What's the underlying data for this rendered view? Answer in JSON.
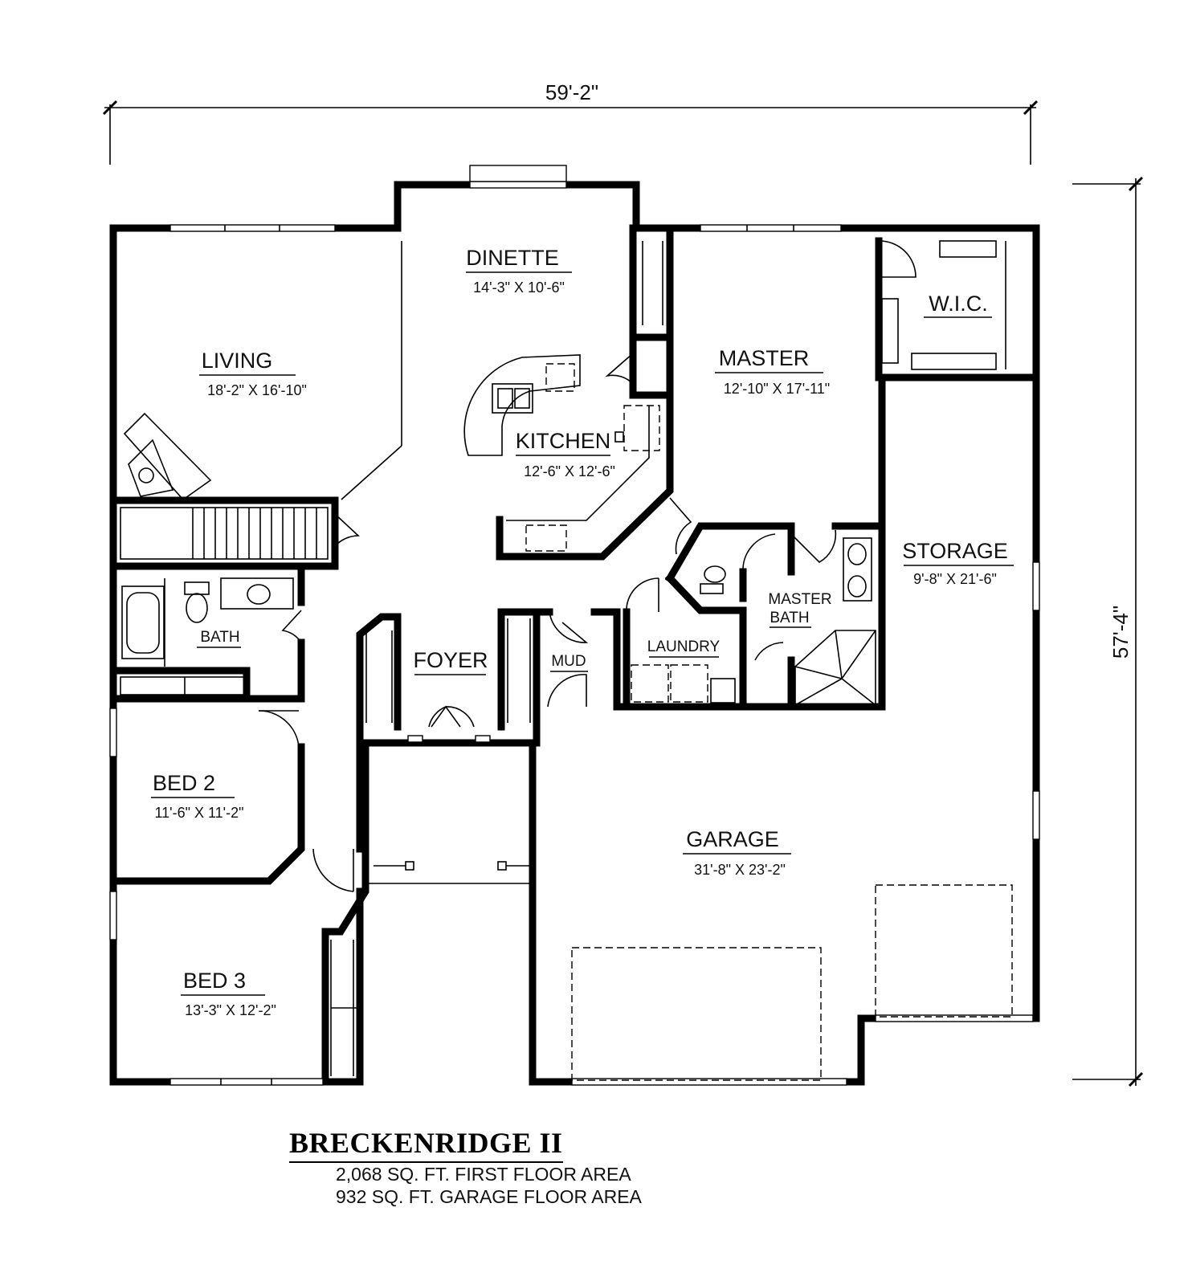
{
  "title": "BRECKENRIDGE II",
  "areas": [
    "2,068 SQ. FT. FIRST FLOOR AREA",
    "932 SQ. FT. GARAGE FLOOR AREA"
  ],
  "dimensions": {
    "width": "59'-2\"",
    "depth": "57'-4\""
  },
  "rooms": {
    "dinette": {
      "name": "DINETTE",
      "size": "14'-3\" X 10'-6\""
    },
    "living": {
      "name": "LIVING",
      "size": "18'-2\" X 16'-10\""
    },
    "kitchen": {
      "name": "KITCHEN",
      "size": "12'-6\" X 12'-6\""
    },
    "master": {
      "name": "MASTER",
      "size": "12'-10\" X 17'-11\""
    },
    "wic": {
      "name": "W.I.C."
    },
    "storage": {
      "name": "STORAGE",
      "size": "9'-8\" X 21'-6\""
    },
    "bath": {
      "name": "BATH"
    },
    "master_bath": {
      "name_line1": "MASTER",
      "name_line2": "BATH"
    },
    "laundry": {
      "name": "LAUNDRY"
    },
    "foyer": {
      "name": "FOYER"
    },
    "mud": {
      "name": "MUD"
    },
    "bed2": {
      "name": "BED 2",
      "size": "11'-6\" X 11'-2\""
    },
    "bed3": {
      "name": "BED 3",
      "size": "13'-3\" X 12'-2\""
    },
    "garage": {
      "name": "GARAGE",
      "size": "31'-8\" X 23'-2\""
    }
  }
}
